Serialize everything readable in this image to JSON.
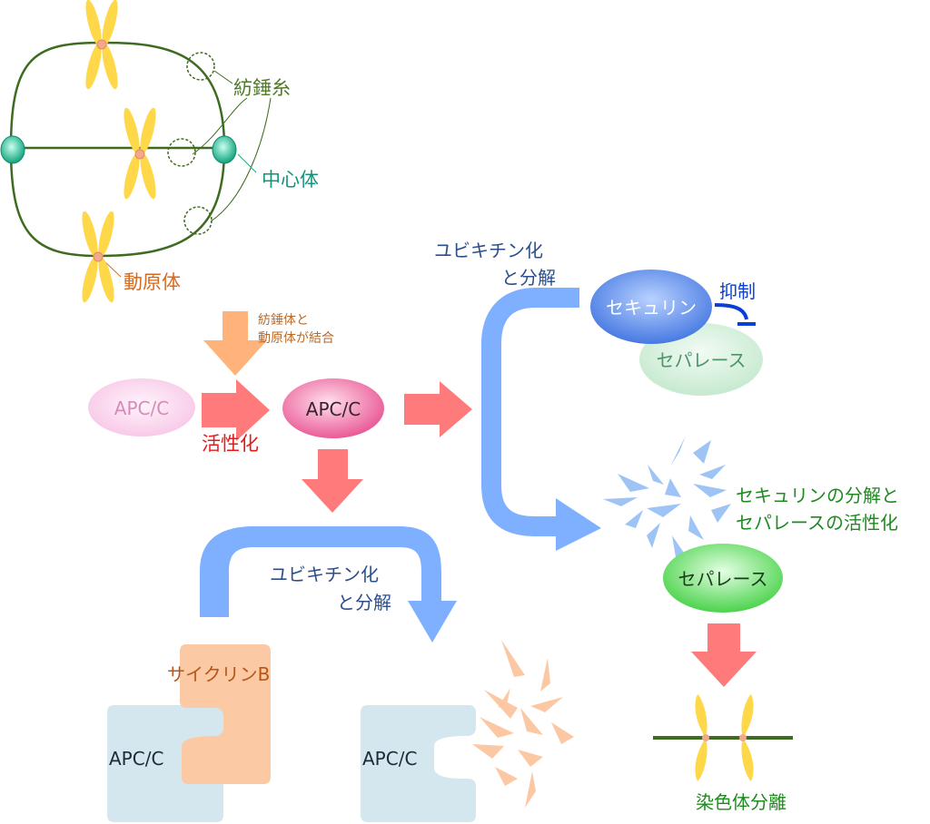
{
  "spindle": {
    "spindle_fiber_label": "紡錘糸",
    "centrosome_label": "中心体",
    "kinetochore_label": "動原体"
  },
  "binding_step": {
    "line1": "紡錘体と",
    "line2": "動原体が結合"
  },
  "activation": {
    "inactive_label": "APC/C",
    "active_label": "APC/C",
    "activation_label": "活性化"
  },
  "ubiquitin_top": {
    "line1": "ユビキチン化",
    "line2": "と分解"
  },
  "ubiquitin_bottom": {
    "line1": "ユビキチン化",
    "line2": "と分解"
  },
  "securin_complex": {
    "securin_label": "セキュリン",
    "inhibit_label": "抑制",
    "separase_label": "セパレース"
  },
  "securin_degradation": {
    "line1": "セキュリンの分解と",
    "line2": "セパレースの活性化"
  },
  "active_separase": {
    "label": "セパレース"
  },
  "separation": {
    "label": "染色体分離"
  },
  "cyclin": {
    "cyclin_label": "サイクリンB",
    "apc_label_left": "APC/C",
    "apc_label_right": "APC/C"
  },
  "colors": {
    "spindle_line": "#3d6b1f",
    "centrosome": "#1aa884",
    "chromosome": "#ffd84a",
    "kinetochore": "#f4a88a",
    "pink_arrow": "#ff7a7a",
    "orange_arrow": "#ffb27a",
    "blue_arrow": "#7fb0ff",
    "securin": "#3d72e0",
    "separase_pale": "#c8ecd2",
    "separase_active": "#55d455",
    "cyclin_fill": "#fbc9a3",
    "apc_block": "#d4e6ee",
    "securin_fragments": "#9dc4f4",
    "cyclin_fragments": "#fcc8a3"
  }
}
